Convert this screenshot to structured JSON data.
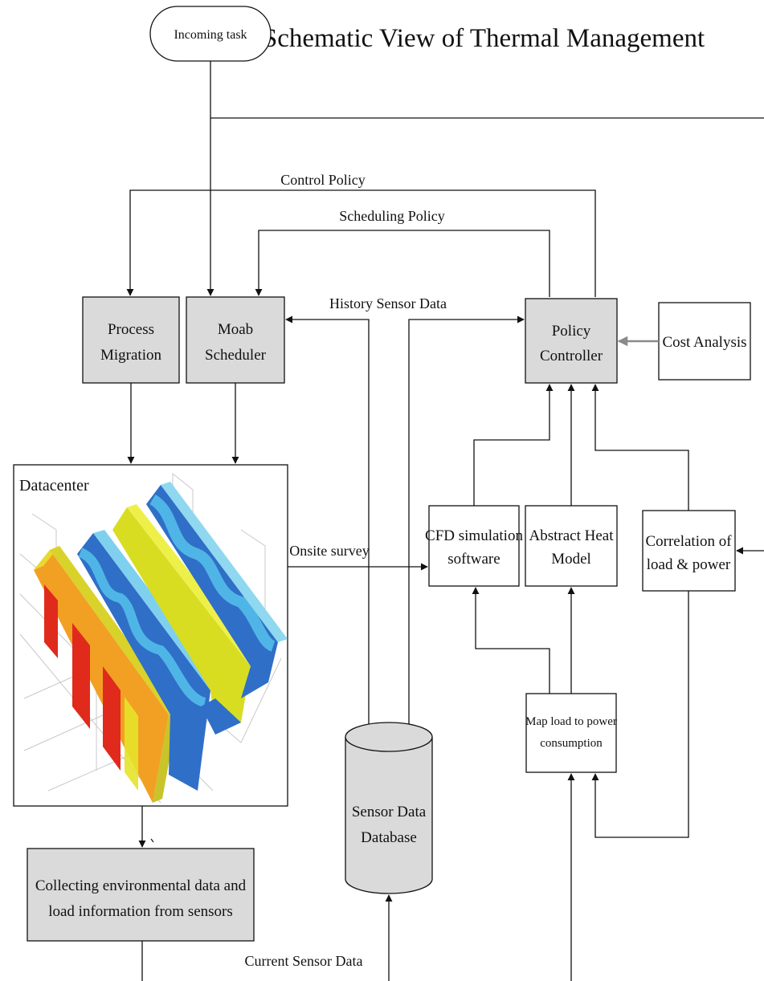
{
  "title": "Schematic View of Thermal Management",
  "nodes": {
    "incoming_task": "Incoming task",
    "process_migration": [
      "Process",
      "Migration"
    ],
    "moab_scheduler": [
      "Moab",
      "Scheduler"
    ],
    "policy_controller": [
      "Policy",
      "Controller"
    ],
    "cost_analysis": "Cost Analysis",
    "datacenter": "Datacenter",
    "cfd_software": [
      "CFD simulation",
      "software"
    ],
    "abstract_heat_model": [
      "Abstract Heat",
      "Model"
    ],
    "correlation": [
      "Correlation of",
      "load & power"
    ],
    "map_load": [
      "Map load to power",
      "consumption"
    ],
    "sensor_db": [
      "Sensor Data",
      "Database"
    ],
    "collecting": [
      "Collecting environmental data and",
      "load information from sensors"
    ]
  },
  "edge_labels": {
    "control_policy": "Control Policy",
    "scheduling_policy": "Scheduling Policy",
    "history_sensor_data": "History Sensor Data",
    "onsite_survey": "Onsite survey",
    "current_sensor_data": "Current Sensor Data"
  },
  "colors": {
    "box_fill_gray": "#dadada",
    "line": "#111111",
    "heat_red": "#e02a1c",
    "heat_orange": "#f6a51f",
    "heat_yellow": "#e6e32a",
    "heat_blue": "#2f6fc7",
    "heat_cyan": "#4fb5e6"
  }
}
